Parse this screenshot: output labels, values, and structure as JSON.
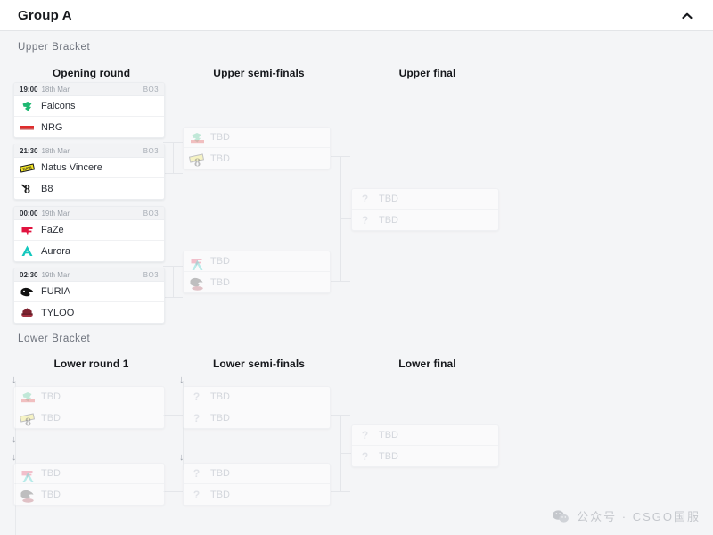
{
  "header": {
    "title": "Group A",
    "collapse_icon": "chevron-up-icon"
  },
  "brackets": {
    "upper_label": "Upper Bracket",
    "lower_label": "Lower Bracket"
  },
  "rounds": {
    "upper": [
      {
        "key": "opening",
        "label": "Opening round"
      },
      {
        "key": "upper_semis",
        "label": "Upper semi-finals"
      },
      {
        "key": "upper_final",
        "label": "Upper final"
      }
    ],
    "lower": [
      {
        "key": "lower_r1",
        "label": "Lower round 1"
      },
      {
        "key": "lower_semis",
        "label": "Lower semi-finals"
      },
      {
        "key": "lower_final",
        "label": "Lower final"
      }
    ]
  },
  "tbd_label": "TBD",
  "opening_round": [
    {
      "time": "19:00",
      "date": "18th Mar",
      "format": "BO3",
      "teams": [
        {
          "name": "Falcons",
          "logo": "falcons-logo",
          "color": "#1fb872"
        },
        {
          "name": "NRG",
          "logo": "nrg-logo",
          "color": "#e02c2c"
        }
      ]
    },
    {
      "time": "21:30",
      "date": "18th Mar",
      "format": "BO3",
      "teams": [
        {
          "name": "Natus Vincere",
          "logo": "navi-logo",
          "color": "#f2e426"
        },
        {
          "name": "B8",
          "logo": "b8-logo",
          "color": "#1b1b1b"
        }
      ]
    },
    {
      "time": "00:00",
      "date": "19th Mar",
      "format": "BO3",
      "teams": [
        {
          "name": "FaZe",
          "logo": "faze-logo",
          "color": "#e1133f"
        },
        {
          "name": "Aurora",
          "logo": "aurora-logo",
          "color": "#14c8be"
        }
      ]
    },
    {
      "time": "02:30",
      "date": "19th Mar",
      "format": "BO3",
      "teams": [
        {
          "name": "FURIA",
          "logo": "furia-logo",
          "color": "#101010"
        },
        {
          "name": "TYLOO",
          "logo": "tyloo-logo",
          "color": "#7d2330"
        }
      ]
    }
  ],
  "upper_semis": [
    {
      "teams": [
        {
          "name": "TBD",
          "ghost": [
            "falcons-logo",
            "nrg-logo"
          ]
        },
        {
          "name": "TBD",
          "ghost": [
            "navi-logo",
            "b8-logo"
          ]
        }
      ]
    },
    {
      "teams": [
        {
          "name": "TBD",
          "ghost": [
            "faze-logo",
            "aurora-logo"
          ]
        },
        {
          "name": "TBD",
          "ghost": [
            "furia-logo",
            "tyloo-logo"
          ]
        }
      ]
    }
  ],
  "upper_final": [
    {
      "teams": [
        {
          "name": "TBD",
          "ghost": []
        },
        {
          "name": "TBD",
          "ghost": []
        }
      ]
    }
  ],
  "lower_round_1": [
    {
      "teams": [
        {
          "name": "TBD",
          "ghost": [
            "falcons-logo",
            "nrg-logo"
          ]
        },
        {
          "name": "TBD",
          "ghost": [
            "navi-logo",
            "b8-logo"
          ]
        }
      ]
    },
    {
      "teams": [
        {
          "name": "TBD",
          "ghost": [
            "faze-logo",
            "aurora-logo"
          ]
        },
        {
          "name": "TBD",
          "ghost": [
            "furia-logo",
            "tyloo-logo"
          ]
        }
      ]
    }
  ],
  "lower_semis": [
    {
      "teams": [
        {
          "name": "TBD",
          "ghost": []
        },
        {
          "name": "TBD",
          "ghost": []
        }
      ]
    },
    {
      "teams": [
        {
          "name": "TBD",
          "ghost": []
        },
        {
          "name": "TBD",
          "ghost": []
        }
      ]
    }
  ],
  "lower_final": [
    {
      "teams": [
        {
          "name": "TBD",
          "ghost": []
        },
        {
          "name": "TBD",
          "ghost": []
        }
      ]
    }
  ],
  "watermark": {
    "icon": "wechat-icon",
    "text": "公众号 · CSGO国服"
  }
}
